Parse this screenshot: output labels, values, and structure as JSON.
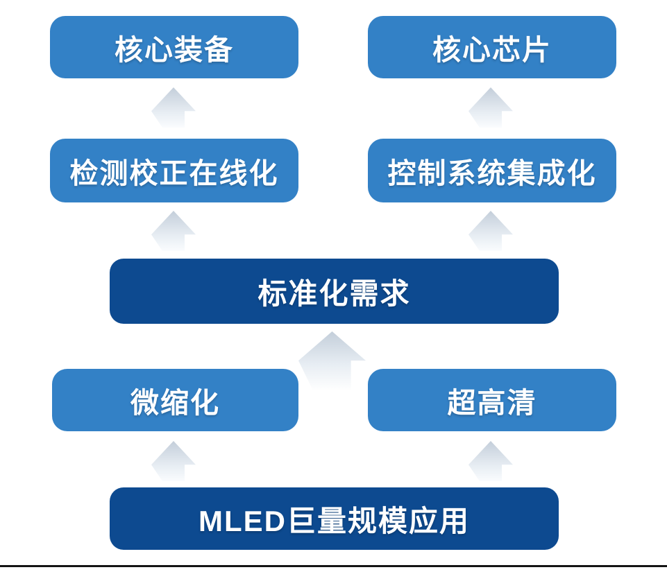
{
  "diagram": {
    "description": "MLED technology demand flow diagram, bottom-up",
    "nodes": {
      "core_equipment": "核心装备",
      "core_chip": "核心芯片",
      "inspection": "检测校正在线化",
      "control": "控制系统集成化",
      "standardization": "标准化需求",
      "miniaturization": "微缩化",
      "ultra_hd": "超高清",
      "mled": "MLED巨量规模应用"
    },
    "edges": [
      {
        "from": "mled",
        "to": "miniaturization"
      },
      {
        "from": "mled",
        "to": "ultra_hd"
      },
      {
        "from": "miniaturization+ultra_hd",
        "to": "standardization"
      },
      {
        "from": "standardization",
        "to": "inspection"
      },
      {
        "from": "standardization",
        "to": "control"
      },
      {
        "from": "inspection",
        "to": "core_equipment"
      },
      {
        "from": "control",
        "to": "core_chip"
      }
    ]
  },
  "colors": {
    "light_blue": "#3381C6",
    "dark_blue": "#0D4A90",
    "arrow_top": "#C3CEDA",
    "arrow_mid": "#E7EDF3",
    "arrow_bottom": "#FAFCFE",
    "text_color": "#FFFFFF",
    "baseline_color": "#141414"
  }
}
